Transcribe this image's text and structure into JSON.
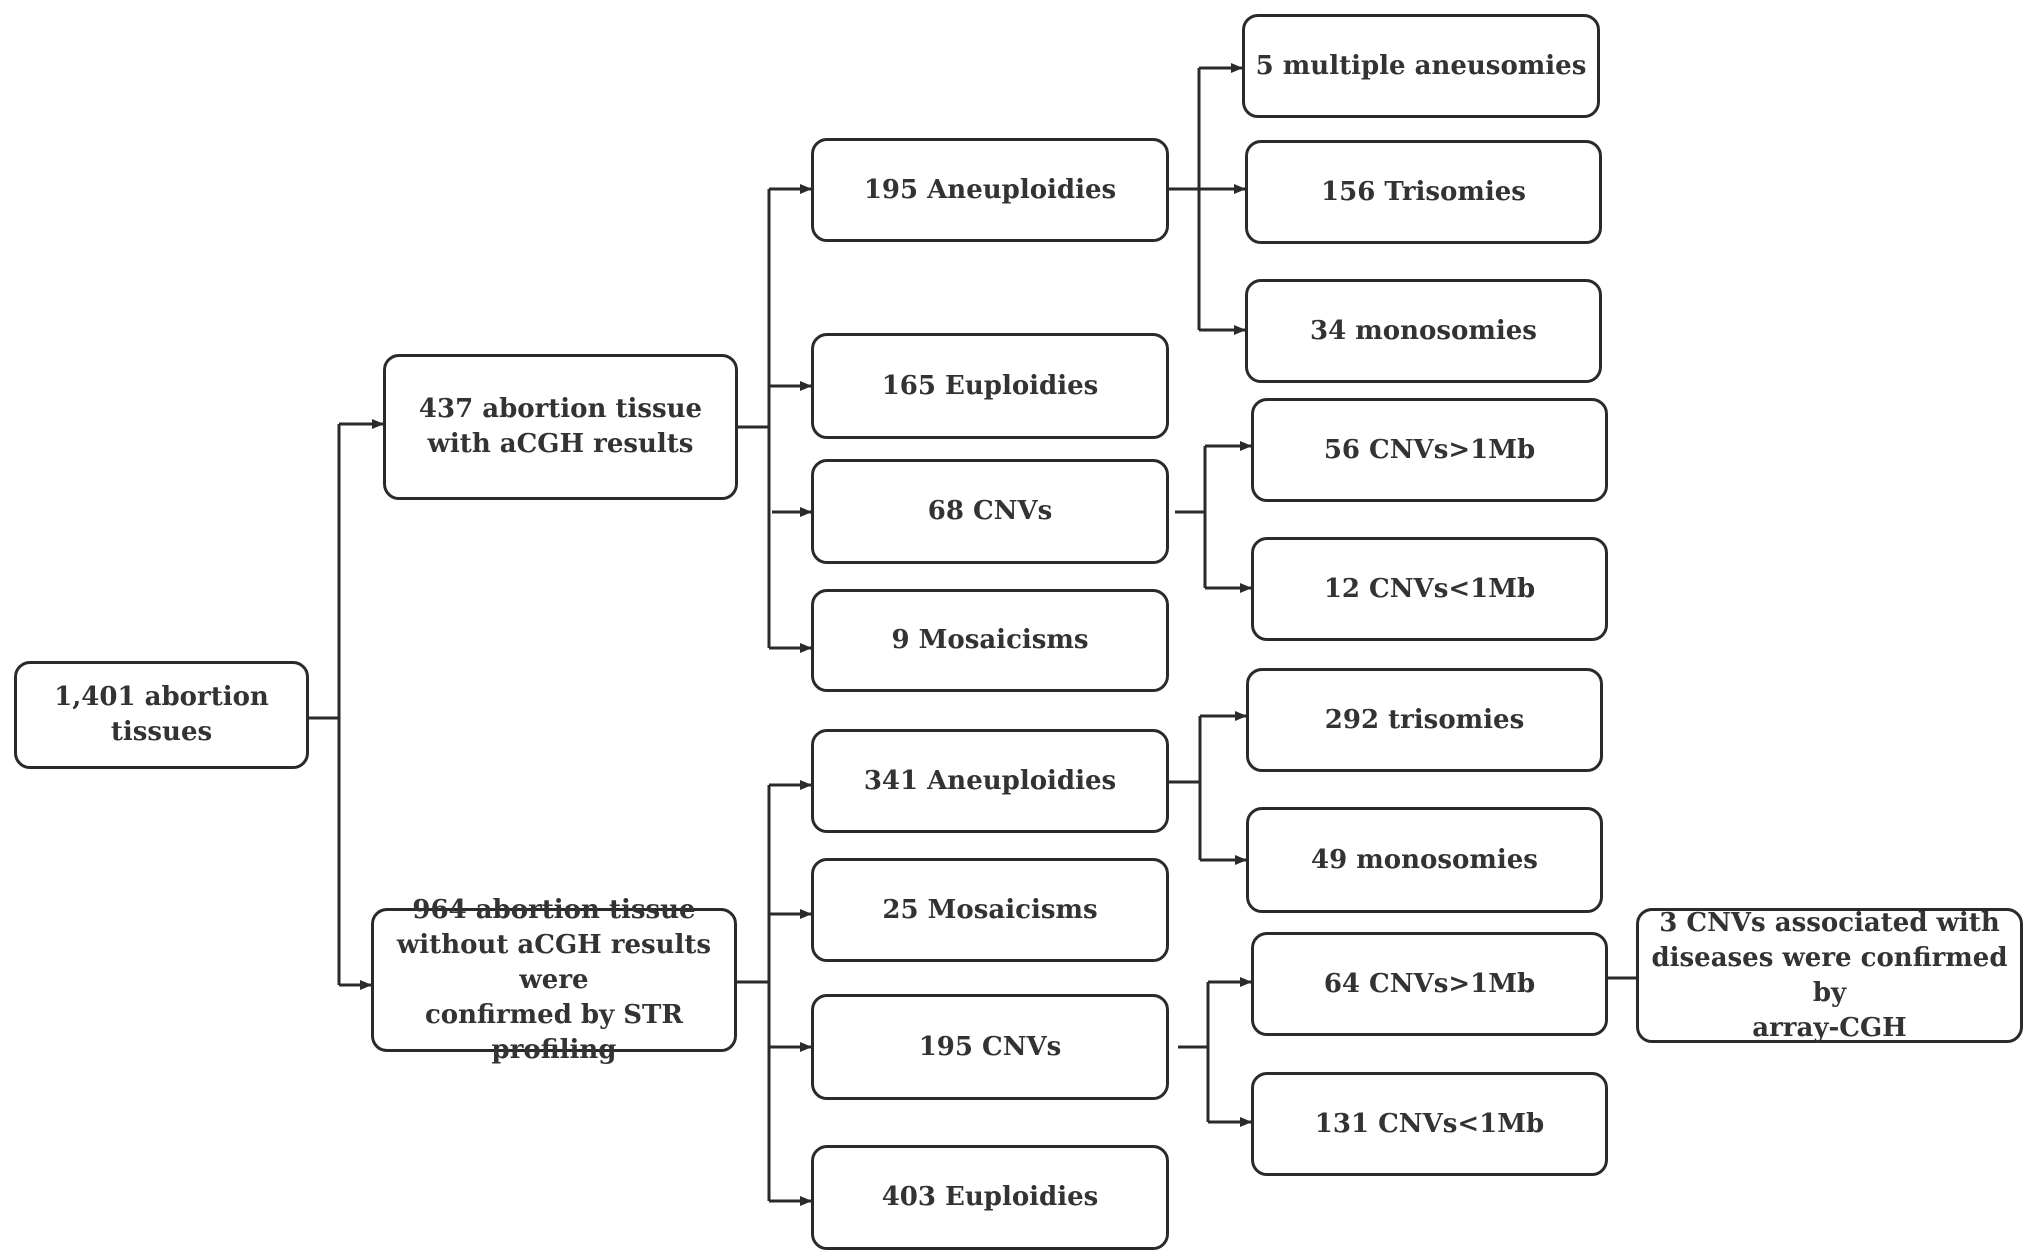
{
  "colors": {
    "line": "#2a2a2a",
    "text": "#333333",
    "background": "#ffffff"
  },
  "nodes": {
    "root": "1,401 abortion tissues",
    "with_acgh": "437 abortion tissue\nwith aCGH results",
    "without_acgh": "964 abortion tissue\nwithout aCGH results were\nconfirmed by STR profiling",
    "a_aneuploidies": "195 Aneuploidies",
    "a_euploidies": "165 Euploidies",
    "a_cnvs": "68 CNVs",
    "a_mosaicisms": "9 Mosaicisms",
    "a_multiple_aneusomies": "5 multiple aneusomies",
    "a_trisomies": "156  Trisomies",
    "a_monosomies": "34 monosomies",
    "a_cnvs_gt": "56 CNVs>1Mb",
    "a_cnvs_lt": "12 CNVs<1Mb",
    "b_aneuploidies": "341 Aneuploidies",
    "b_mosaicisms": "25 Mosaicisms",
    "b_cnvs": "195  CNVs",
    "b_euploidies": "403 Euploidies",
    "b_trisomies": "292 trisomies",
    "b_monosomies": "49 monosomies",
    "b_cnvs_gt": "64 CNVs>1Mb",
    "b_cnvs_lt": "131 CNVs<1Mb",
    "b_confirmed": "3 CNVs associated with\ndiseases were confirmed by\narray-CGH"
  }
}
